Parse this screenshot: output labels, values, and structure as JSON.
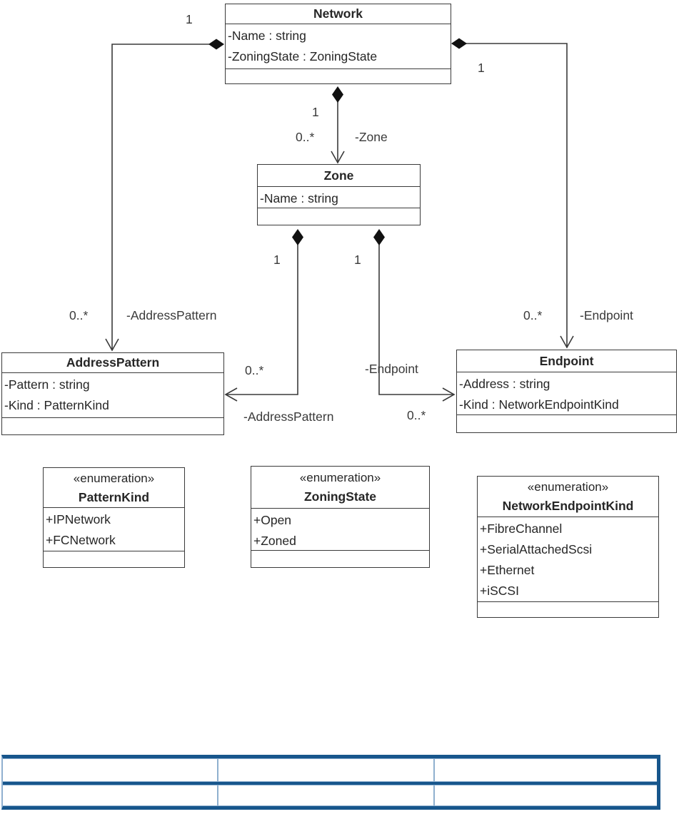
{
  "page": {
    "background": "#ffffff"
  },
  "diagram": {
    "classes": {
      "network": {
        "name": "Network",
        "attributes": [
          "-Name : string",
          "-ZoningState : ZoningState"
        ]
      },
      "zone": {
        "name": "Zone",
        "attributes": [
          "-Name : string"
        ]
      },
      "address_pattern": {
        "name": "AddressPattern",
        "attributes": [
          "-Pattern : string",
          "-Kind : PatternKind"
        ]
      },
      "endpoint": {
        "name": "Endpoint",
        "attributes": [
          "-Address : string",
          "-Kind : NetworkEndpointKind"
        ]
      }
    },
    "enumerations": {
      "pattern_kind": {
        "stereotype": "«enumeration»",
        "name": "PatternKind",
        "literals": [
          "+IPNetwork",
          "+FCNetwork"
        ]
      },
      "zoning_state": {
        "stereotype": "«enumeration»",
        "name": "ZoningState",
        "literals": [
          "+Open",
          "+Zoned"
        ]
      },
      "network_endpoint_kind": {
        "stereotype": "«enumeration»",
        "name": "NetworkEndpointKind",
        "literals": [
          "+FibreChannel",
          "+SerialAttachedScsi",
          "+Ethernet",
          "+iSCSI"
        ]
      }
    },
    "associations": {
      "network_address_pattern": {
        "type": "composition",
        "source_mult": "1",
        "target_mult": "0..*",
        "role": "-AddressPattern"
      },
      "network_zone": {
        "type": "composition",
        "source_mult": "1",
        "target_mult": "0..*",
        "role": "-Zone"
      },
      "network_endpoint": {
        "type": "composition",
        "source_mult": "1",
        "target_mult": "0..*",
        "role": "-Endpoint"
      },
      "zone_address_pattern": {
        "type": "composition",
        "source_mult": "1",
        "target_mult": "0..*",
        "role": "-AddressPattern"
      },
      "zone_endpoint": {
        "type": "composition",
        "source_mult": "1",
        "target_mult": "0..*",
        "role": "-Endpoint"
      }
    },
    "colors": {
      "line": "#3a3a3a",
      "text": "#262626",
      "box_fill": "#ffffff"
    }
  },
  "table": {
    "border_dark": "#17568C",
    "grid_light": "#8FB0CF",
    "rows": [
      [
        "",
        "",
        ""
      ],
      [
        "",
        "",
        ""
      ]
    ]
  }
}
